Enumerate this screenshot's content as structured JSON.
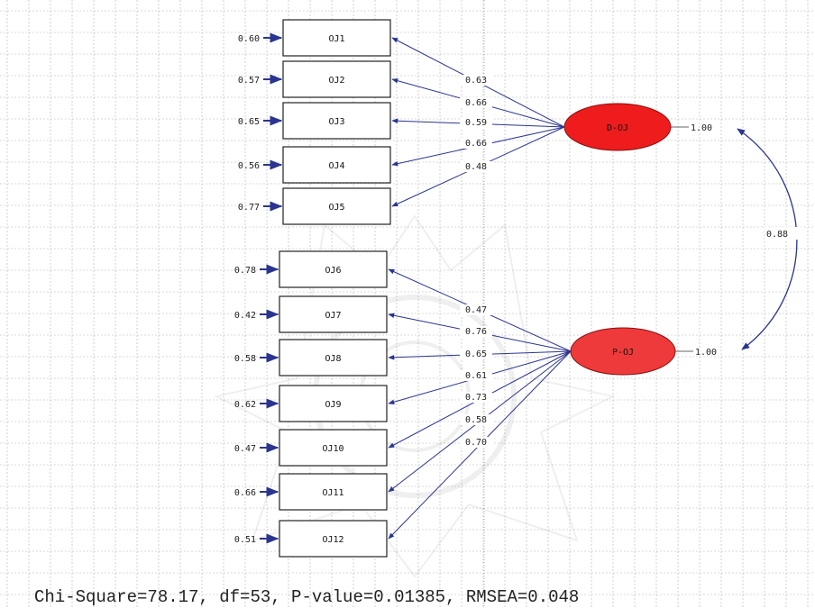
{
  "observed": [
    {
      "id": "OJ1",
      "error": "0.60"
    },
    {
      "id": "OJ2",
      "error": "0.57"
    },
    {
      "id": "OJ3",
      "error": "0.65"
    },
    {
      "id": "OJ4",
      "error": "0.56"
    },
    {
      "id": "OJ5",
      "error": "0.77"
    },
    {
      "id": "OJ6",
      "error": "0.78"
    },
    {
      "id": "OJ7",
      "error": "0.42"
    },
    {
      "id": "OJ8",
      "error": "0.58"
    },
    {
      "id": "OJ9",
      "error": "0.62"
    },
    {
      "id": "OJ10",
      "error": "0.47"
    },
    {
      "id": "OJ11",
      "error": "0.66"
    },
    {
      "id": "OJ12",
      "error": "0.51"
    }
  ],
  "latent": [
    {
      "id": "D-OJ",
      "variance": "1.00",
      "color": "#ee1c1c"
    },
    {
      "id": "P-OJ",
      "variance": "1.00",
      "color": "#ee3a3a"
    }
  ],
  "loadings": [
    {
      "from": "D-OJ",
      "to": "OJ1",
      "value": "0.63"
    },
    {
      "from": "D-OJ",
      "to": "OJ2",
      "value": "0.66"
    },
    {
      "from": "D-OJ",
      "to": "OJ3",
      "value": "0.59"
    },
    {
      "from": "D-OJ",
      "to": "OJ4",
      "value": "0.66"
    },
    {
      "from": "D-OJ",
      "to": "OJ5",
      "value": "0.48"
    },
    {
      "from": "P-OJ",
      "to": "OJ6",
      "value": "0.47"
    },
    {
      "from": "P-OJ",
      "to": "OJ7",
      "value": "0.76"
    },
    {
      "from": "P-OJ",
      "to": "OJ8",
      "value": "0.65"
    },
    {
      "from": "P-OJ",
      "to": "OJ9",
      "value": "0.61"
    },
    {
      "from": "P-OJ",
      "to": "OJ10",
      "value": "0.73"
    },
    {
      "from": "P-OJ",
      "to": "OJ11",
      "value": "0.58"
    },
    {
      "from": "P-OJ",
      "to": "OJ12",
      "value": "0.70"
    }
  ],
  "correlation": {
    "between": [
      "D-OJ",
      "P-OJ"
    ],
    "value": "0.88"
  },
  "fit_statistics": "Chi-Square=78.17, df=53, P-value=0.01385, RMSEA=0.048",
  "colors": {
    "arrow": "#2a3590",
    "grid": "#b4b4b4",
    "box_border": "#222222"
  }
}
